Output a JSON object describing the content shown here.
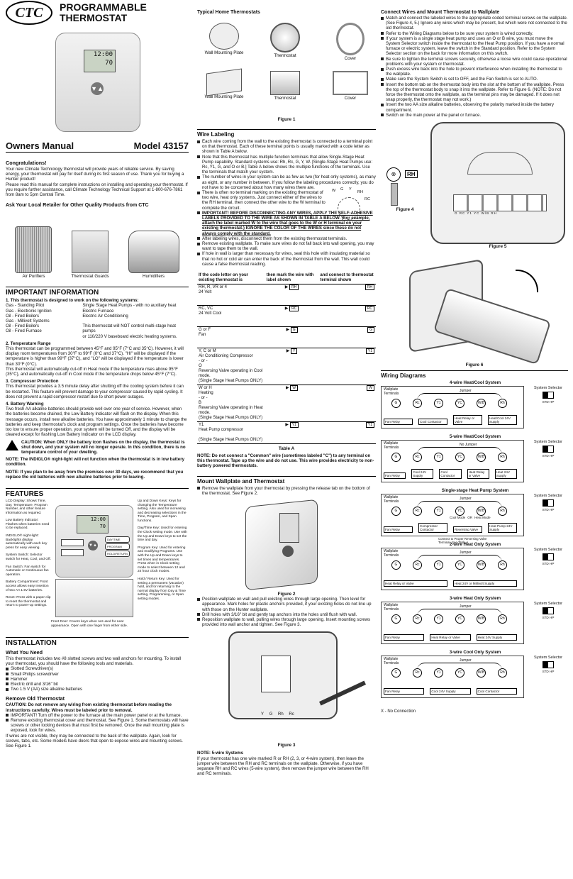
{
  "brand": {
    "logo_text": "CTC"
  },
  "header": {
    "title_line1": "PROGRAMMABLE",
    "title_line2": "THERMOSTAT",
    "manual": "Owners Manual",
    "model": "Model 43157"
  },
  "lcd": {
    "time": "12:00",
    "temp": "70"
  },
  "intro": {
    "heading": "Congratulations!",
    "p1": "Your new Climate Technology thermostat will provide years of reliable service. By saving energy, your thermostat will pay for itself during its first season of use. Thank you for buying a Hunter product!",
    "p2": "Please read this manual for complete instructions on installing and operating your thermostat. If you require further assistance, call Climate Technology Technical Support at 1-800-676-7861 from 8am to 5pm Central Time."
  },
  "retailer": {
    "heading": "Ask Your Local Retailer for Other Quality Products from CTC",
    "products": [
      "Air Purifiers",
      "Thermostat Guards",
      "Humidifiers"
    ]
  },
  "important": {
    "heading": "IMPORTANT INFORMATION",
    "s1_title": "1. This thermostat is designed to work on the following systems:",
    "systems_left": [
      "Gas - Standing Pilot",
      "Gas - Electronic Ignition",
      "Oil - Fired Boilers",
      "Gas - Millivolt Systems",
      "Oil - Fired Boilers",
      "Oil - Fired Furnace"
    ],
    "systems_right": [
      "Single Stage Heat Pumps - with no auxiliary heat",
      "Electric Furnace",
      "Electric Air Conditioning",
      "",
      "This thermostat will NOT control multi-stage heat pumps",
      "or 110/220 V baseboard electric heating systems."
    ],
    "s2_title": "2. Temperature Range",
    "s2_text": "This thermostat can be programmed between 45°F and 95°F (7°C and 35°C). However, it will display room temperatures from 30°F to 99°F (0°C and 37°C). \"HI\" will be displayed if the temperature is higher than 99°F (37°C), and \"LO\" will be displayed if the temperature is lower than 30°F (0°C).",
    "s2_text2": "This thermostat will automatically cut-off in Heat mode if the temperature rises above 95°F (35°C), and automatically cut-off in Cool mode if the temperature drops below 45°F (7°C).",
    "s3_title": "3. Compressor Protection",
    "s3_text": "This thermostat provides a 3.5 minute delay after shutting off the cooling system before it can be restarted. This feature will prevent damage to your compressor caused by rapid cycling. It does not prevent a rapid compressor restart due to short power outages.",
    "s4_title": "4. Battery Warning",
    "s4_text": "Two fresh AA alkaline batteries should provide well over one year of service. However, when the batteries become drained, the Low Battery Indicator will flash on the display. When this message occurs, install new alkaline batteries. You have approximately 1 minute to change the batteries and keep thermostat's clock and program settings. Once the batteries have become too low to ensure proper operation, your system will be turned Off, and the display will be cleared except for flashing Low Battery Indicator on the LCD display.",
    "caution": "CAUTION: When ONLY the battery icon flashes on the display, the thermostat is shut down, and your system will no longer operate. In this condition, there is no temperature control of your dwelling.",
    "note1": "NOTE: The INDIGLO® night-light will not function when the thermostat is in low battery condition.",
    "note2": "NOTE: If you plan to be away from the premises over 30 days, we recommend that you replace the old batteries with new alkaline batteries prior to leaving."
  },
  "features": {
    "heading": "FEATURES",
    "left": [
      "LCD Display: Shows Time, Day, Temperature, Program Number, and other feature information as required.",
      "Low Battery Indicator: Flashes when batteries need to be replaced.",
      "INDIGLO® night-light: Backlights display automatically with each key press for easy viewing.",
      "System Switch: Selector switch for Heat, Cool, and Off.",
      "Fan Switch: Fan switch for Automatic or Continuous fan operation.",
      "Battery Compartment: Front access allows easy insertion of two AA 1.5V batteries.",
      "Reset: Press with a paper clip to reset the thermostat and return to power-up settings."
    ],
    "right": [
      "Up and Down Keys: Keys for changing the Temperature setting. Also used for increasing and decreasing selections in the Time, Program, and Span functions.",
      "Day/Time Key: Used for entering the Clock setting mode. Use with the Up and Down keys to set the time and day.",
      "Program Key: Used for entering and modifying Programs. Use with the Up and Down keys to set times and temperatures. Press when in Clock setting mode to select between 12 and 24 hour clock modes.",
      "Hold / Return Key: Used for setting a permanent (vacation) hold, and for returning to the normal display from Day & Time setting, Programming, or Span setting modes."
    ],
    "front_door": "Front Door: Covers keys when not used for neat appearance. Open with one finger from either side.",
    "keys": [
      "DAY/TIME",
      "PROGRAM",
      "HOLD/RETURN"
    ]
  },
  "installation": {
    "heading": "INSTALLATION",
    "need_title": "What You Need",
    "need_text": "This thermostat includes two #8 slotted screws and two wall anchors for mounting. To install your thermostat, you should have the following tools and materials.",
    "tools": [
      "Slotted Screwdriver(s)",
      "Small Philips screwdriver",
      "Hammer",
      "Electric drill and 3/16\" bit",
      "Two 1.5 V (AA) size alkaline batteries"
    ],
    "remove_title": "Remove Old Thermostat",
    "remove_caution": "CAUTION: Do not remove any wiring from existing thermostat before reading the instructions carefully. Wires must be labeled prior to removal.",
    "remove_items": [
      "IMPORTANT! Turn off the power to the furnace at the main power panel or at the furnace.",
      "Remove existing thermostat cover and thermostat. See Figure 1. Some thermostats will have screws or other locking devices that must first be removed. Once the wall mounting plate is exposed, look for wires."
    ],
    "remove_tail": "If wires are not visible, they may be connected to the back of the wallplate. Again, look for screws, tabs, etc. Some models have doors that open to expose wires and mounting screws. See Figure 1."
  },
  "typical": {
    "heading": "Typical Home Thermostats",
    "labels": [
      "Wall Mounting Plate",
      "Thermostat",
      "Cover",
      "Wall Mounting Plate",
      "Thermostat",
      "Cover"
    ],
    "figure": "Figure 1"
  },
  "wire_labeling": {
    "heading": "Wire Labeling",
    "items": [
      "Each wire coming from the wall to the existing thermostat is connected to a terminal point on that thermostat. Each of these terminal points is usually marked with a code letter as shown in Table A below.",
      "Note that this thermostat has multiple function terminals that allow Single-Stage Heat Pump capability. Standard systems use: Rh, Rc, G, Y, W. [Single-Stage Heat Pumps use: Rc, Y1, G, and O or B.] Table A below shows the multiple functions of the terminals. Use the terminals that match your system.",
      "The number of wires in your system can be as few as two (for heat only systems), as many as eight, or any number in between. If you follow the labeling procedures correctly, you do not have to be concerned about how many wires there are.",
      "There is often no terminal marking on the existing thermostat of two wire, heat only systems. Just connect either of the wires to the RH terminal, then connect the other wire to the W terminal to complete the circuit.",
      "IMPORTANT! BEFORE DISCONNECTING ANY WIRES, APPLY THE SELF-ADHESIVE LABELS PROVIDED TO THE WIRE AS SHOWN IN TABLE A BELOW. (For example, attach the label marked W to the wire that goes to the W or H terminal on your existing thermostat.) IGNORE THE COLOR OF THE WIRES since these do not always comply with the standard.",
      "After labeling wires, disconnect them from the existing thermostat terminals.",
      "Remove existing wallplate. To make sure wires do not fall back into wall opening, you may want to tape them to the wall.",
      "If hole in wall is larger than necessary for wires, seal this hole with insulating material so that no hot or cold air can enter the back of the thermostat from the wall. This wall could cause a false thermostat reading."
    ],
    "wire_letters": [
      "W",
      "G",
      "Y",
      "RH",
      "RC"
    ]
  },
  "table_a": {
    "headers": [
      "If the code letter on your existing thermostat is",
      "then mark the wire with label shown",
      "and connect to thermostat terminal shown"
    ],
    "rows": [
      {
        "code": "RH, R, VR or 4\n24 Volt",
        "label": "RH",
        "terminal": "RH"
      },
      {
        "code": "RC, VC\n24 Volt Cool",
        "label": "RC",
        "terminal": "RC"
      },
      {
        "code": "G or F\nFan",
        "label": "G",
        "terminal": "G"
      },
      {
        "code": "Y, C or M\nAir Conditioning Compressor\n- or -\nO\nReversing Valve operating in Cool mode.\n(Single Stage Heat Pumps ONLY)",
        "label": "Y",
        "terminal": "Y1"
      },
      {
        "code": "W or H\nHeating\n- or -\nB\nReversing Valve operating in Heat mode.\n(Single Stage Heat Pumps ONLY)",
        "label": "W",
        "terminal": "W"
      },
      {
        "code": "Y1\nHeat Pump compressor\n\n(Single Stage Heat Pumps ONLY)",
        "label": "Y1",
        "terminal": "Y1"
      }
    ],
    "caption": "Table A",
    "note": "NOTE: Do not connect a \"Common\" wire (sometimes labeled \"C\") to any terminal on this thermostat. Tape up the wire and do not use. This wire provides electricity to non-battery powered thermostats."
  },
  "mount": {
    "heading": "Mount Wallplate and Thermostat",
    "items": [
      "Remove the wallplate from your thermostat by pressing the release tab on the bottom of the thermostat. See Figure 2."
    ],
    "figure2": "Figure 2",
    "items2": [
      "Position wallplate on wall and pull existing wires through large opening. Then level for appearance. Mark holes for plastic anchors provided, if your existing holes do not line up with those on the Hunter wallplate.",
      "Drill holes with 3/16\" bit and gently tap anchors into the holes until flush with wall.",
      "Reposition wallplate to wall, pulling wires through large opening. Insert mounting screws provided into wall anchor and tighten. See Figure 3."
    ],
    "figure3": "Figure 3",
    "wire_tags": [
      "Y",
      "G",
      "Rh",
      "Rc"
    ],
    "note_title": "NOTE: 5-wire Systems",
    "note_text": "If your thermostat has one wire marked R or RH (2, 3, or 4-wire system), then leave the jumper wire between the RH and RC terminals on the wallplate. Otherwise, if you have separate RH and RC wires (5-wire system), then remove the jumper wire between the RH and RC terminals."
  },
  "connect": {
    "heading": "Connect Wires and Mount Thermostat to Wallplate",
    "items": [
      "Match and connect the labeled wires to the appropriate coded terminal screws on the wallplate. (See Figure 4, 5.) Ignore any wires which may be present, but which were not connected to the old thermostat.",
      "Refer to the Wiring Diagrams below to be sure your system is wired correctly.",
      "If your system is a single stage heat pump and uses an O or B wire, you must move the System Selector switch inside the thermostat to the Heat Pump position. If you have a normal furnace or electric system, leave the switch in the Standard position. Refer to the System Selector section on the back for more information on this switch.",
      "Be sure to tighten the terminal screws securely, otherwise a loose wire could cause operational problems with your system or thermostat.",
      "Push excess wire back into the hole to prevent interference when installing the thermostat to the wallplate.",
      "Make sure the System Switch is set to OFF, and the Fan Switch is set to AUTO.",
      "Insert the bottom tab on the thermostat body into the slot at the bottom of the wallplate. Press the top of the thermostat body to snap it into the wallplate. Refer to Figure 6. (NOTE: Do not force the thermostat onto the wallplate, as the terminal pins may be damaged. If it does not snap properly, the thermostat may not work.)",
      "Insert the two AA size alkaline batteries, observing the polarity marked inside the battery compartment.",
      "Switch on the main power at the panel or furnace."
    ],
    "fig4": "Figure 4",
    "fig5": "Figure 5",
    "fig6": "Figure 6",
    "rh_label": "RH",
    "terminal_row": "G  RC  Y1  YC  W/B  RH"
  },
  "wiring": {
    "heading": "Wiring Diagrams",
    "selector": "System Selector",
    "std_hp": "STD HP",
    "wallplate": "Wallplate Terminals",
    "terms": [
      "G",
      "Rc",
      "Y1",
      "YC",
      "W/B",
      "Rh"
    ],
    "diagrams": [
      {
        "title": "4-wire Heat/Cool System",
        "jumper": "Jumper",
        "devices": [
          "Fan Relay",
          "Cool Contactor",
          "Heat Relay or Valve",
          "Heat/Cool 24V Supply"
        ]
      },
      {
        "title": "5-wire Heat/Cool System",
        "jumper": "No Jumper",
        "devices": [
          "Fan Relay",
          "Cool 24V Supply",
          "Cool Contactor",
          "Heat Relay or Valve",
          "Heat 24V Supply"
        ]
      },
      {
        "title": "Single-stage Heat Pump System",
        "jumper": "Jumper",
        "devices": [
          "Fan Relay",
          "Compressor Contactor",
          "Reversing Valve",
          "Heat Pump 24V Supply"
        ],
        "modes": [
          "Cool Mode",
          "OR",
          "Heat Mode"
        ],
        "note": "Connect to Proper Reversing Valve Terminal. See Table A"
      },
      {
        "title": "2-wire Heat Only System",
        "jumper": "Jumper",
        "devices": [
          "Heat Relay or Valve",
          "Heat 24V or Millivolt Supply"
        ]
      },
      {
        "title": "3-wire Heat Only System",
        "jumper": "Jumper",
        "devices": [
          "Fan Relay",
          "Heat Relay or Valve",
          "Heat 24V Supply"
        ]
      },
      {
        "title": "3-wire Cool Only System",
        "jumper": "Jumper",
        "devices": [
          "Fan Relay",
          "Cool 24V Supply",
          "Cool Contactor"
        ]
      }
    ],
    "legend": "X - No Connection"
  }
}
